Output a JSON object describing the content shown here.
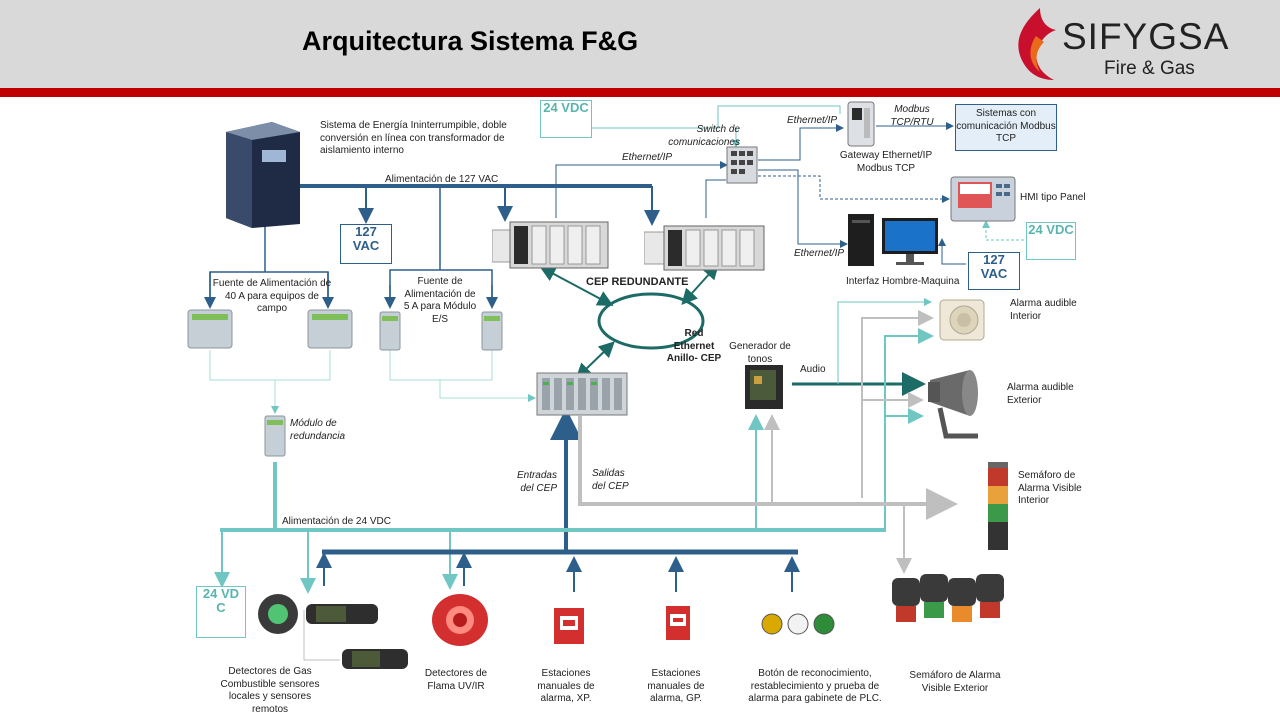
{
  "header": {
    "title": "Arquitectura Sistema F&G",
    "brand": "SIFYGSA",
    "brand_sub": "Fire & Gas"
  },
  "labels": {
    "ups": "Sistema de Energía Ininterrumpible, doble conversión en línea con transformador de aislamiento interno",
    "alim127": "Alimentación de 127 VAC",
    "fuente40": "Fuente de Alimentación de 40 A para equipos de campo",
    "fuente5": "Fuente de Alimentación de 5 A para Módulo E/S",
    "modulo_red": "Módulo de redundancia",
    "cep_redundante": "CEP REDUNDANTE",
    "red_ethernet": "Red Ethernet Anillo- CEP",
    "switch": "Switch de comunicaciones",
    "ethernet_ip_1": "Ethernet/IP",
    "ethernet_ip_2": "Ethernet/IP",
    "ethernet_ip_3": "Ethernet/IP",
    "modbus_rtu": "Modbus TCP/RTU",
    "gateway": "Gateway Ethernet/IP Modbus TCP",
    "sistemas_modbus": "Sistemas con comunicación Modbus TCP",
    "hmi_panel": "HMI tipo Panel",
    "interfaz_hm": "Interfaz Hombre-Maquina",
    "generador": "Generador de tonos",
    "audio": "Audio",
    "alarma_int": "Alarma audible Interior",
    "alarma_ext": "Alarma audible Exterior",
    "semaforo_int": "Semáforo de Alarma Visible Interior",
    "semaforo_ext": "Semáforo de Alarma Visible Exterior",
    "entradas": "Entradas del CEP",
    "salidas": "Salidas del CEP",
    "alim24": "Alimentación de 24 VDC",
    "det_gas": "Detectores de Gas Combustible sensores locales y sensores remotos",
    "det_flama": "Detectores de Flama UV/IR",
    "est_xp": "Estaciones manuales de alarma, XP.",
    "est_gp": "Estaciones manuales de alarma, GP.",
    "boton": "Botón de reconocimiento, restablecimiento y prueba de alarma para gabinete de PLC."
  },
  "tags": {
    "vdc24_top": "24 VDC",
    "vac127_left": "127 VAC",
    "vac127_right": "127 VAC",
    "vdc24_right": "24 VDC",
    "vdc24_bottom": "24 VD C"
  },
  "colors": {
    "navy": "#2e5f8a",
    "teal": "#6fc6c2",
    "dark_teal": "#1d6b66",
    "gray": "#bfbfbf",
    "red": "#c00000"
  }
}
